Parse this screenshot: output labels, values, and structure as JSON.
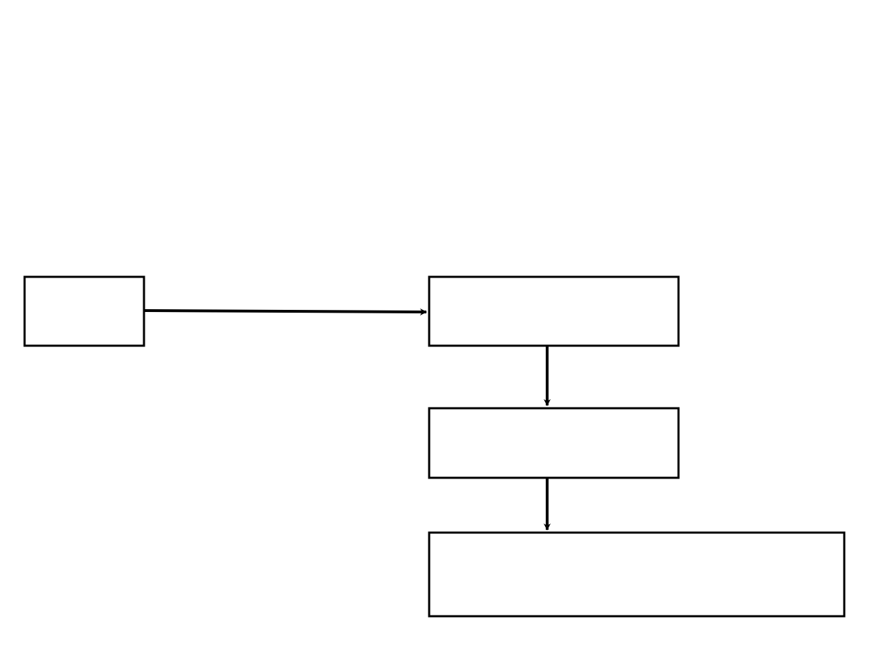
{
  "diagram": {
    "nodes": [
      {
        "id": "source",
        "label": ""
      },
      {
        "id": "step-1",
        "label": ""
      },
      {
        "id": "step-2",
        "label": ""
      },
      {
        "id": "result",
        "label": ""
      }
    ],
    "edges": [
      {
        "from": "source",
        "to": "step-1"
      },
      {
        "from": "step-1",
        "to": "step-2"
      },
      {
        "from": "step-2",
        "to": "result"
      }
    ],
    "colors": {
      "stroke": "#000000",
      "fill": "#ffffff",
      "background": "#ffffff"
    }
  }
}
